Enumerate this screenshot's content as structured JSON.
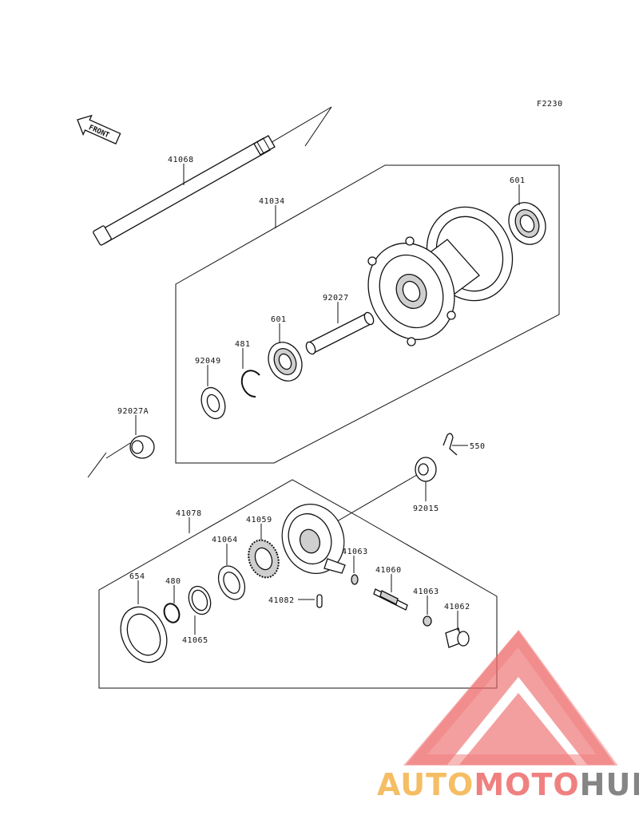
{
  "figure_code": "F2230",
  "front_arrow_label": "FRONT",
  "watermark": {
    "part1": "AUTO",
    "part2": "MOTO",
    "part3": "HUB",
    "color_orange": "#f4b24a",
    "color_red": "#ee6a6a",
    "color_grey": "#707070"
  },
  "parts": [
    {
      "id": "p-41068",
      "label": "41068"
    },
    {
      "id": "p-41034",
      "label": "41034"
    },
    {
      "id": "p-601a",
      "label": "601"
    },
    {
      "id": "p-92027",
      "label": "92027"
    },
    {
      "id": "p-601b",
      "label": "601"
    },
    {
      "id": "p-481",
      "label": "481"
    },
    {
      "id": "p-92049",
      "label": "92049"
    },
    {
      "id": "p-92027a",
      "label": "92027A"
    },
    {
      "id": "p-550",
      "label": "550"
    },
    {
      "id": "p-92015",
      "label": "92015"
    },
    {
      "id": "p-41078",
      "label": "41078"
    },
    {
      "id": "p-41059",
      "label": "41059"
    },
    {
      "id": "p-41064",
      "label": "41064"
    },
    {
      "id": "p-41063a",
      "label": "41063"
    },
    {
      "id": "p-654",
      "label": "654"
    },
    {
      "id": "p-480",
      "label": "480"
    },
    {
      "id": "p-41060",
      "label": "41060"
    },
    {
      "id": "p-41063b",
      "label": "41063"
    },
    {
      "id": "p-41082",
      "label": "41082"
    },
    {
      "id": "p-41062",
      "label": "41062"
    },
    {
      "id": "p-41065",
      "label": "41065"
    }
  ]
}
